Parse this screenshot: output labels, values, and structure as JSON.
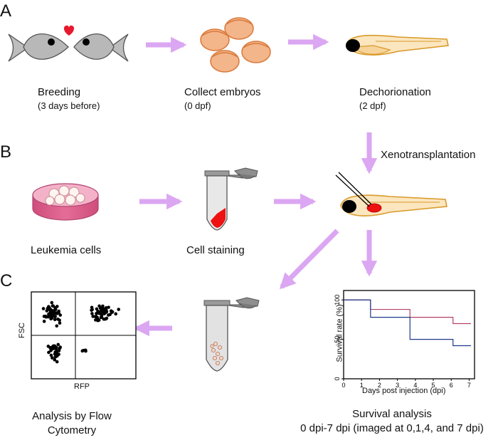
{
  "panels": {
    "a": "A",
    "b": "B",
    "c": "C"
  },
  "steps": {
    "breeding": {
      "label": "Breeding",
      "sub": "(3 days before)"
    },
    "collect": {
      "label": "Collect embryos",
      "sub": "(0 dpf)"
    },
    "dechorionation": {
      "label": "Dechorionation",
      "sub": "(2 dpf)"
    },
    "xenotransplantation": "Xenotransplantation",
    "leukemia": "Leukemia cells",
    "staining": "Cell staining",
    "flow": {
      "line1": "Analysis by Flow",
      "line2": "Cytometry"
    },
    "survival": {
      "line1": "Survival analysis",
      "line2": "0 dpi-7 dpi (imaged at 0,1,4, and 7 dpi)"
    }
  },
  "flow_plot": {
    "ylabel": "FSC",
    "xlabel": "RFP"
  },
  "colors": {
    "arrow": "#dba6f2",
    "fish_body": "#b8b8b8",
    "embryo": "#f3b58a",
    "embryo_stroke": "#d9793a",
    "larva": "#fbe6bf",
    "larva_stroke": "#d99a2b",
    "dish": "#e0628f",
    "stain": "#ee1111",
    "heart": "#e8182d",
    "series_control": "#1f3a8a",
    "series_treated": "#b24368"
  },
  "chart_data": {
    "type": "line",
    "subtype": "step",
    "xlabel": "Days post injection (dpi)",
    "ylabel": "Survival rate (%)",
    "xlim": [
      0,
      7.3
    ],
    "ylim": [
      0,
      112
    ],
    "xticks": [
      0,
      1,
      2,
      3,
      4,
      5,
      6,
      7
    ],
    "yticks": [
      0,
      50,
      100
    ],
    "grid": false,
    "series": [
      {
        "color": "#b24368",
        "x": [
          0,
          1.5,
          3.7,
          6.1,
          7.1
        ],
        "y": [
          100,
          88,
          78,
          70,
          70
        ]
      },
      {
        "color": "#1f3a8a",
        "x": [
          0,
          1.5,
          3.7,
          6.1,
          7.1
        ],
        "y": [
          100,
          78,
          50,
          42,
          42
        ]
      }
    ]
  }
}
